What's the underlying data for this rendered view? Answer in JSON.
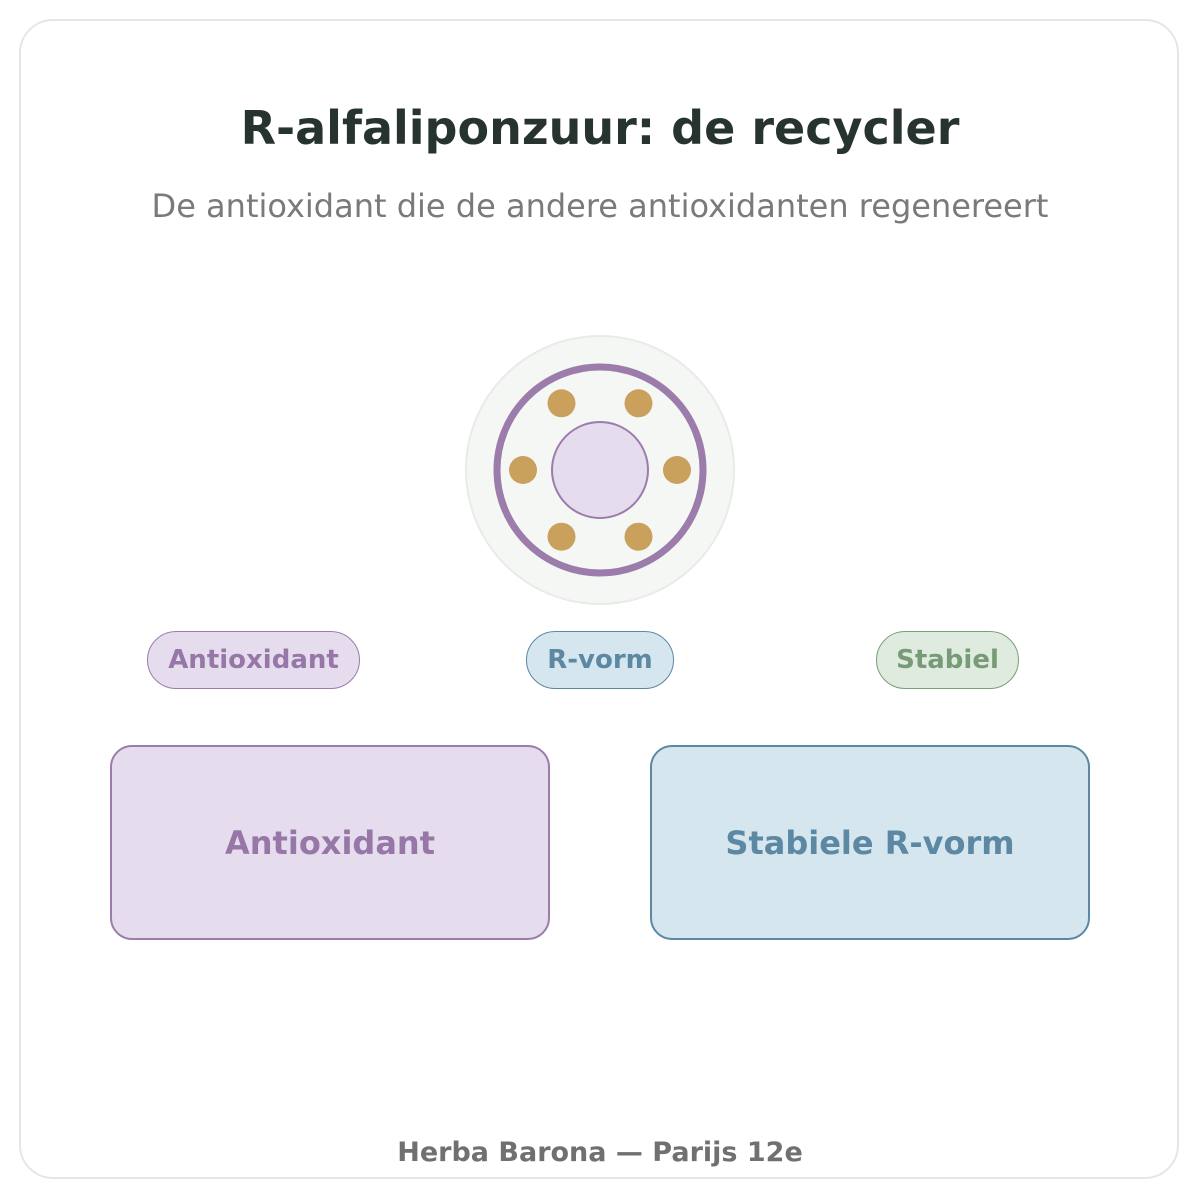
{
  "header": {
    "title": "R-alfaliponzuur: de recycler",
    "subtitle": "De antioxidant die de andere antioxidanten regenereert"
  },
  "emblem": {
    "icon": "molecule-ring-icon",
    "dot_count": 6,
    "colors": {
      "outer_disc": "#f5f7f5",
      "ring": "#9b7cab",
      "dots": "#c9a05c",
      "core": "#e5dced"
    }
  },
  "tags": [
    {
      "label": "Antioxidant",
      "color": "#9777a8"
    },
    {
      "label": "R-vorm",
      "color": "#5c88a4"
    },
    {
      "label": "Stabiel",
      "color": "#779b77"
    }
  ],
  "boxes": [
    {
      "label": "Antioxidant",
      "color": "#9777a8"
    },
    {
      "label": "Stabiele R-vorm",
      "color": "#5c88a4"
    }
  ],
  "footer": {
    "text": "Herba Barona — Parijs 12e"
  }
}
